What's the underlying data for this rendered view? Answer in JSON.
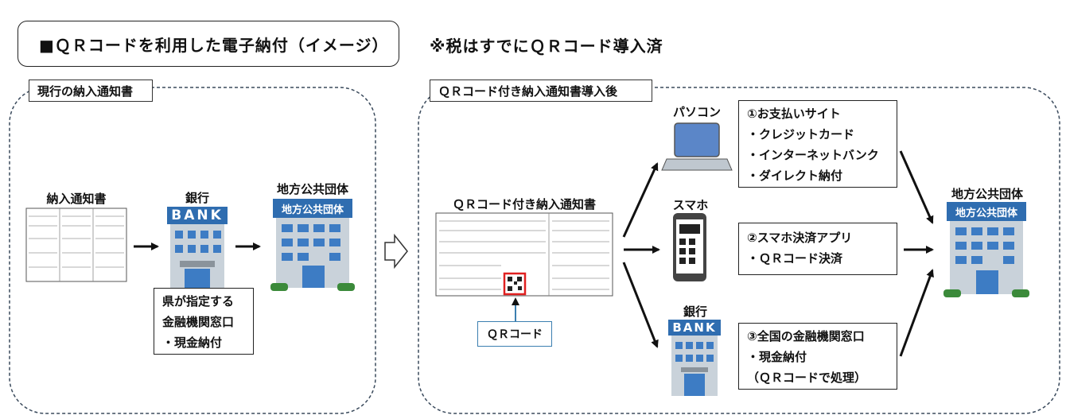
{
  "title": "■ＱＲコードを利用した電子納付（イメージ）",
  "note": "※税はすでにＱＲコード導入済",
  "left_panel": {
    "tab": "現行の納入通知書",
    "notice_label": "納入通知書",
    "bank_label": "銀行",
    "bank_sign": "BANK",
    "gov_label": "地方公共団体",
    "gov_sign": "地方公共団体",
    "bank_box": [
      "県が指定する",
      "金融機関窓口",
      "・現金納付"
    ]
  },
  "right_panel": {
    "tab": "ＱＲコード付き納入通知書導入後",
    "notice_label": "ＱＲコード付き納入通知書",
    "qr_label": "ＱＲコード",
    "pc_label": "パソコン",
    "phone_label": "スマホ",
    "bank_label": "銀行",
    "bank_sign": "BANK",
    "gov_label": "地方公共団体",
    "gov_sign": "地方公共団体",
    "box1": [
      "①お支払いサイト",
      "・クレジットカード",
      "・インターネットバンク",
      "・ダイレクト納付"
    ],
    "box2": [
      "②スマホ決済アプリ",
      "・ＱＲコード決済"
    ],
    "box3": [
      "③全国の金融機関窓口",
      "・現金納付",
      "（ＱＲコードで処理）"
    ]
  }
}
